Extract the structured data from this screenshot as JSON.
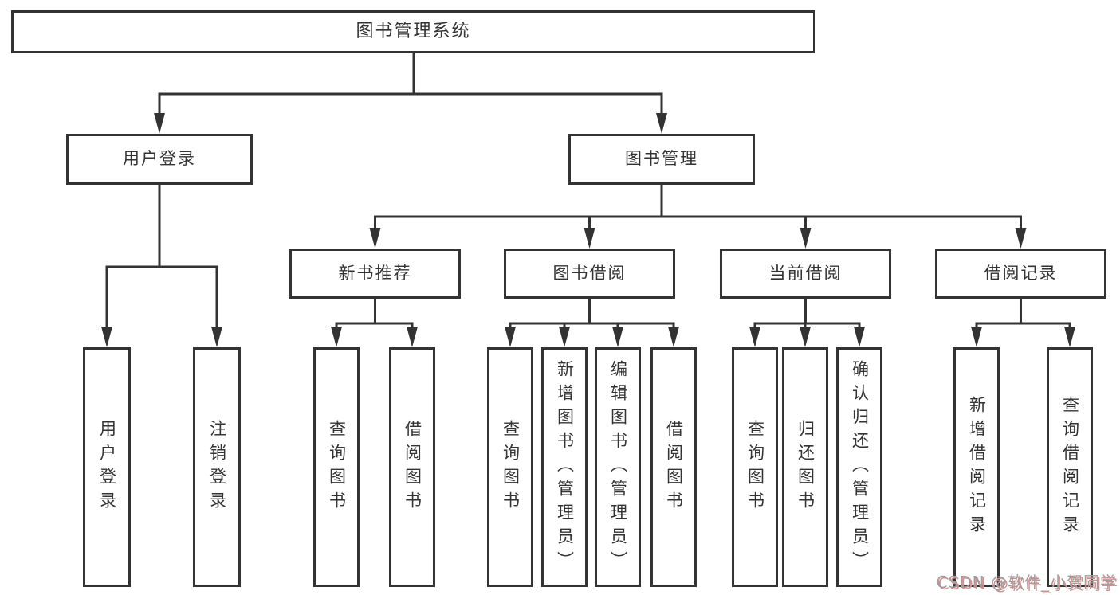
{
  "tree": {
    "label": "图书管理系统",
    "children": [
      {
        "label": "用户登录",
        "children": [
          {
            "label": "用户登录"
          },
          {
            "label": "注销登录"
          }
        ]
      },
      {
        "label": "图书管理",
        "children": [
          {
            "label": "新书推荐",
            "children": [
              {
                "label": "查询图书"
              },
              {
                "label": "借阅图书"
              }
            ]
          },
          {
            "label": "图书借阅",
            "children": [
              {
                "label": "查询图书"
              },
              {
                "label": "新增图书（管理员）"
              },
              {
                "label": "编辑图书（管理员）"
              },
              {
                "label": "借阅图书"
              }
            ]
          },
          {
            "label": "当前借阅",
            "children": [
              {
                "label": "查询图书"
              },
              {
                "label": "归还图书"
              },
              {
                "label": "确认归还（管理员）"
              }
            ]
          },
          {
            "label": "借阅记录",
            "children": [
              {
                "label": "新增借阅记录"
              },
              {
                "label": "查询借阅记录"
              }
            ]
          }
        ]
      }
    ]
  },
  "watermark": "CSDN @软件_小贺同学",
  "colors": {
    "line": "#333333",
    "text": "#333333",
    "box_background": "#ffffff",
    "watermark_text": "#9e9e9e",
    "watermark_shadow": "#d98c8c"
  }
}
